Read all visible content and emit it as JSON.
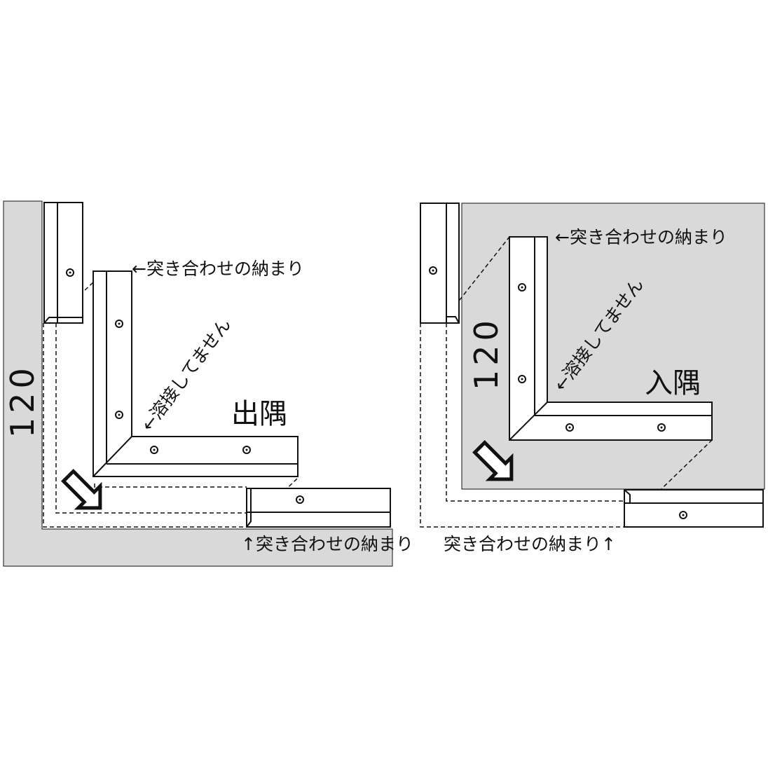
{
  "colors": {
    "wall": "#d9d9d9",
    "line": "#111111",
    "background": "#ffffff"
  },
  "left_panel": {
    "title": "出隅",
    "dimension": "120",
    "note_top": "←突き合わせの納まり",
    "note_weld": "←溶接してません",
    "note_bottom": "↑突き合わせの納まり",
    "arrow_icon": "diagonal-arrow-icon"
  },
  "right_panel": {
    "title": "入隅",
    "dimension": "120",
    "note_top": "←突き合わせの納まり",
    "note_weld": "←溶接してません",
    "note_bottom": "突き合わせの納まり↑",
    "arrow_icon": "diagonal-arrow-icon"
  }
}
